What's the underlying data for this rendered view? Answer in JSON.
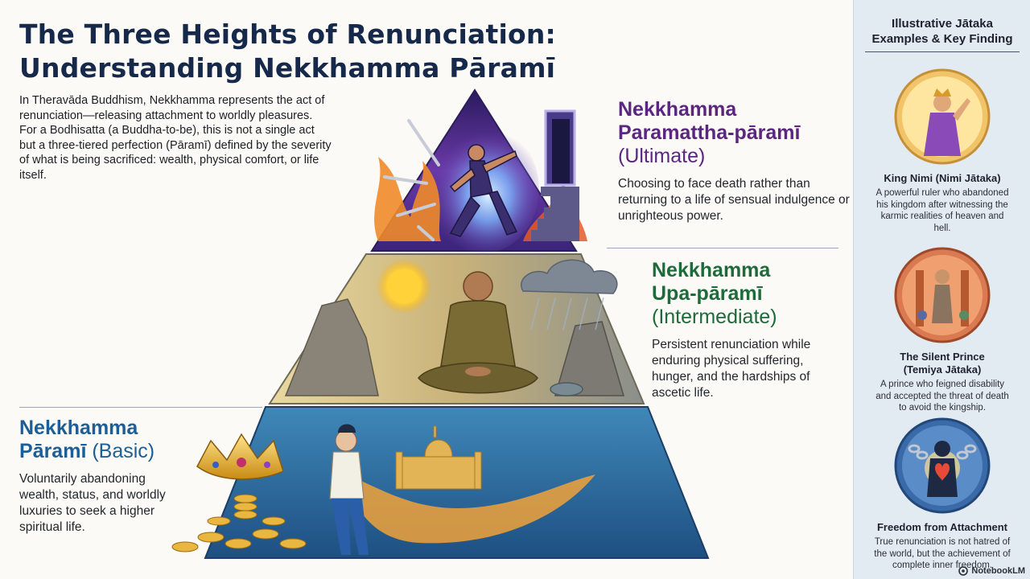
{
  "title_line1": "The Three Heights of Renunciation:",
  "title_line2": "Understanding Nekkhamma Pāramī",
  "intro": "In Theravāda Buddhism, Nekkhamma represents the act of renunciation—releasing attachment to worldly pleasures. For a Bodhisatta (a Buddha-to-be), this is not a single act but a three-tiered perfection (Pāramī) defined by the severity of what is being sacrificed: wealth, physical comfort, or life itself.",
  "tiers": {
    "ultimate": {
      "title_a": "Nekkhamma",
      "title_b": "Paramattha-pāramī",
      "title_c": "(Ultimate)",
      "desc": "Choosing to face death rather than returning to a life of sensual indulgence or unrighteous power."
    },
    "intermediate": {
      "title_a": "Nekkhamma",
      "title_b": "Upa-pāramī",
      "title_c": "(Intermediate)",
      "desc": "Persistent renunciation while enduring physical suffering, hunger, and the hardships of ascetic life."
    },
    "basic": {
      "title_a": "Nekkhamma",
      "title_b": "Pāramī",
      "title_c": "(Basic)",
      "desc": "Voluntarily abandoning wealth, status, and worldly luxuries to seek a higher spiritual life."
    }
  },
  "sidebar": {
    "heading_1": "Illustrative Jātaka",
    "heading_2": "Examples & Key Finding",
    "cards": [
      {
        "title": "King Nimi (Nimi Jātaka)",
        "desc": "A powerful ruler who abandoned his kingdom after witnessing the karmic realities of heaven and hell."
      },
      {
        "title_1": "The Silent Prince",
        "title_2": "(Temiya Jātaka)",
        "desc": "A prince who feigned disability and accepted the threat of death to avoid the kingship."
      },
      {
        "title": "Freedom from Attachment",
        "desc": "True renunciation is not hatred of the world, but the achievement of complete inner freedom."
      }
    ]
  },
  "brand": "NotebookLM",
  "colors": {
    "title": "#16294a",
    "ultimate": "#5a2680",
    "intermediate": "#1f6a3a",
    "basic": "#1c5e95",
    "sidebar_bg": "#e3ebf2"
  }
}
